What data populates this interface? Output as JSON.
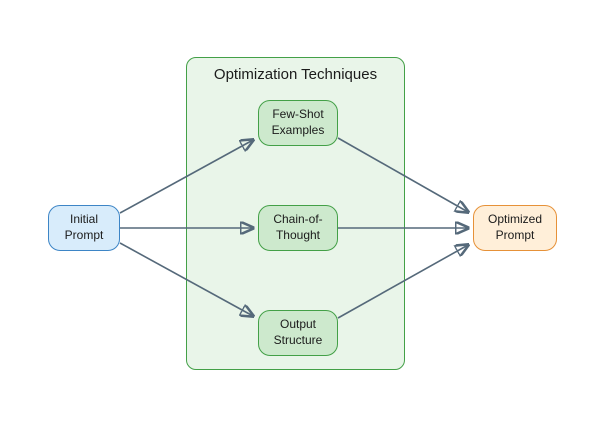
{
  "diagram": {
    "title": "Optimization Techniques",
    "nodes": {
      "initial_prompt": {
        "label": "Initial\nPrompt"
      },
      "few_shot": {
        "label": "Few-Shot\nExamples"
      },
      "chain_of_thought": {
        "label": "Chain-of-\nThought"
      },
      "output_structure": {
        "label": "Output\nStructure"
      },
      "optimized_prompt": {
        "label": "Optimized\nPrompt"
      }
    },
    "edges": [
      {
        "from": "initial_prompt",
        "to": "few_shot"
      },
      {
        "from": "initial_prompt",
        "to": "chain_of_thought"
      },
      {
        "from": "initial_prompt",
        "to": "output_structure"
      },
      {
        "from": "few_shot",
        "to": "optimized_prompt"
      },
      {
        "from": "chain_of_thought",
        "to": "optimized_prompt"
      },
      {
        "from": "output_structure",
        "to": "optimized_prompt"
      }
    ],
    "colors": {
      "initial_fill": "#d8ecfb",
      "initial_border": "#3d85c6",
      "group_fill": "#e9f5e9",
      "group_border": "#43a047",
      "technique_fill": "#cde9cd",
      "technique_border": "#43a047",
      "optimized_fill": "#ffefd9",
      "optimized_border": "#e69138",
      "arrow": "#55697a",
      "text": "#1b1b1b"
    }
  }
}
